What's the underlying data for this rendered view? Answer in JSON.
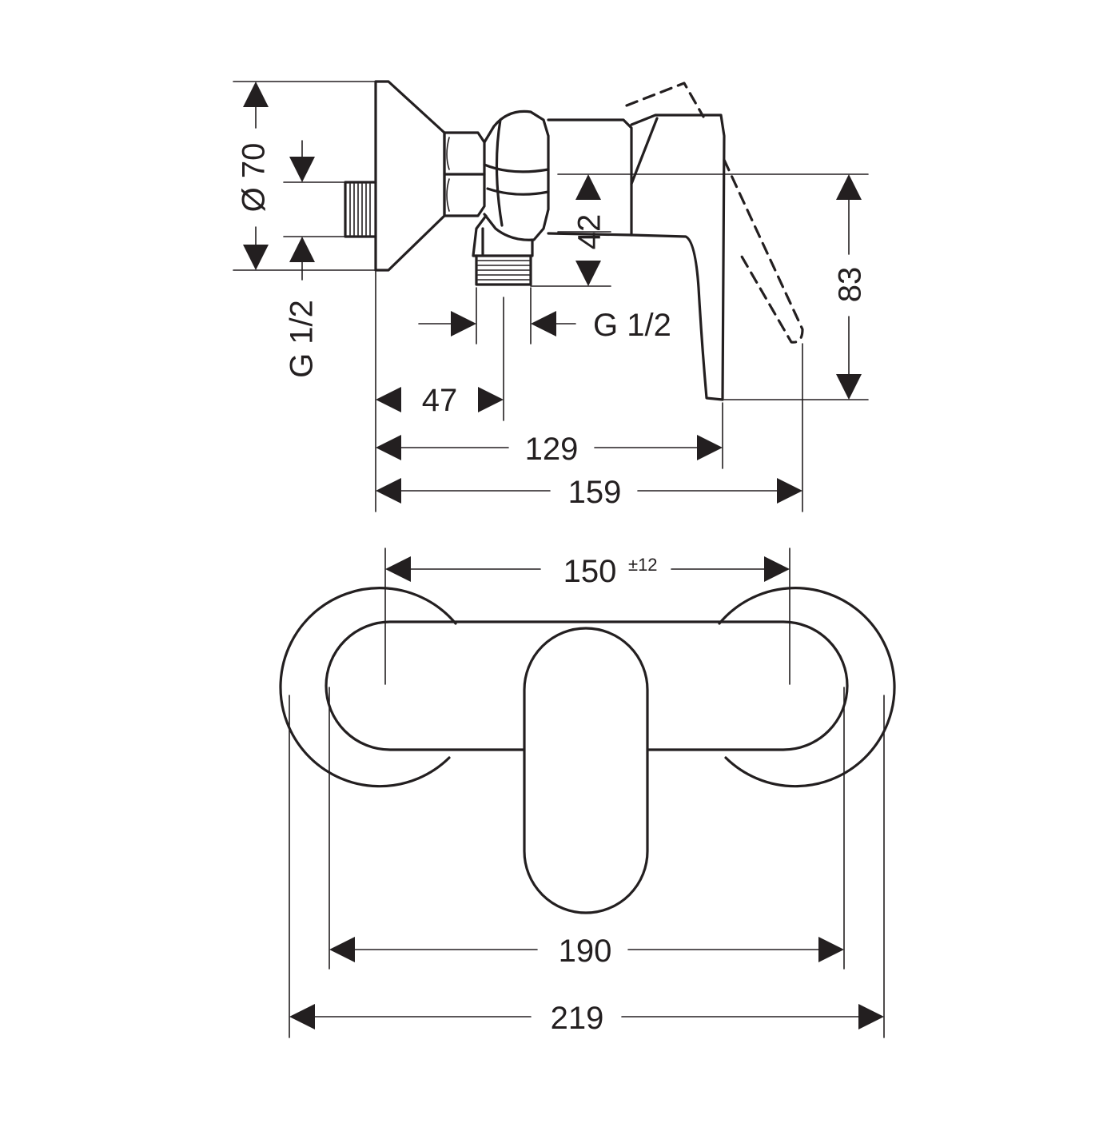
{
  "side_view": {
    "diameter_label": "Ø 70",
    "thread_wall_label": "G 1/2",
    "thread_outlet_label": "G 1/2",
    "dim_42": "42",
    "dim_83": "83",
    "dim_47": "47",
    "dim_129": "129",
    "dim_159": "159"
  },
  "front_view": {
    "dim_150": "150",
    "dim_150_tolerance": "±12",
    "dim_190": "190",
    "dim_219": "219"
  }
}
